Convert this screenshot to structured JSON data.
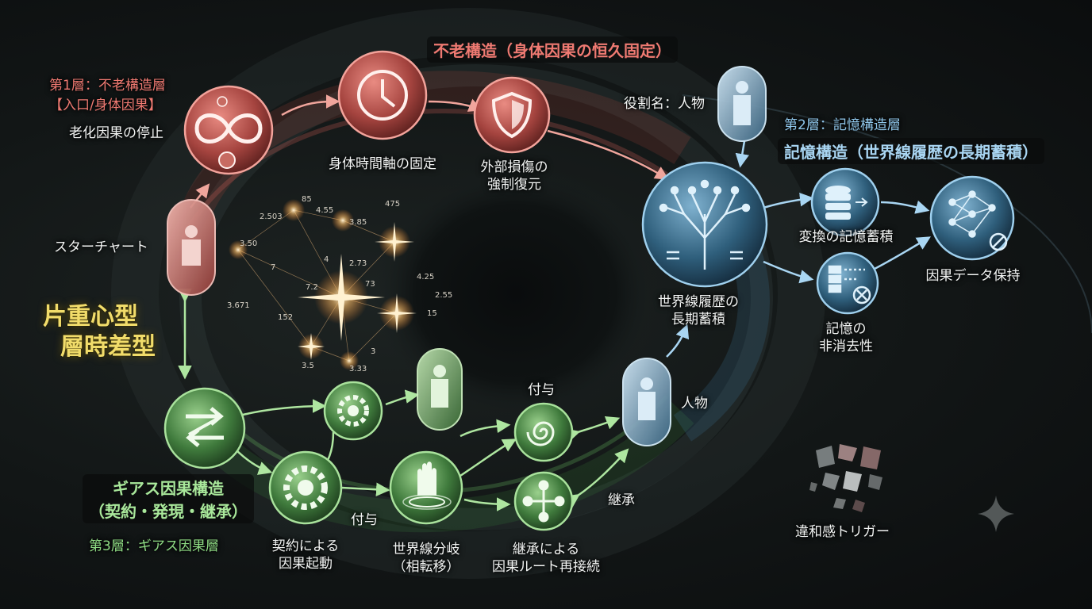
{
  "red_layer": {
    "layer_title": "第1層：不老構造層",
    "layer_sub": "【入口/身体因果】",
    "aging_stop": "老化因果の停止",
    "top_title": "不老構造（身体因果の恒久固定）",
    "time_axis": "身体時間軸の固定",
    "restore_line1": "外部損傷の",
    "restore_line2": "強制復元"
  },
  "left": {
    "star_chart": "スターチャート",
    "type_line1": "片重心型",
    "type_line2": "層時差型"
  },
  "blue_layer": {
    "role_name": "役割名：人物",
    "layer_title": "第2層：記憶構造層",
    "box_title": "記憶構造（世界線履歴の長期蓄積）",
    "history_line1": "世界線履歴の",
    "history_line2": "長期蓄積",
    "conversion": "変換の記憶蓄積",
    "causal_data": "因果データ保持",
    "nonerase_line1": "記憶の",
    "nonerase_line2": "非消去性"
  },
  "green_layer": {
    "box_line1": "ギアス因果構造",
    "box_line2": "（契約・発現・継承）",
    "layer_title": "第3層：ギアス因果層",
    "grant_top": "付与",
    "grant_bottom": "付与",
    "person": "人物",
    "inherit": "継承",
    "contract_line1": "契約による",
    "contract_line2": "因果起動",
    "branch_line1": "世界線分岐",
    "branch_line2": "（相転移）",
    "reconnect_line1": "継承による",
    "reconnect_line2": "因果ルート再接続"
  },
  "trigger": "違和感トリガー",
  "star_numbers": [
    "85",
    "2.503",
    "4.55",
    "3.85",
    "475",
    "3.50",
    "4",
    "2.73",
    "7",
    "73",
    "4.25",
    "7.2",
    "2.55",
    "3.671",
    "152",
    "15",
    "3",
    "3.5",
    "3.33"
  ],
  "colors": {
    "red": "#ef7a72",
    "green": "#8fdc84",
    "blue": "#8fc6ea",
    "yellow": "#f1dc6a",
    "star": "#ffd9a0"
  },
  "icons": {
    "aging_node": "infinity-cell-icon",
    "time_node": "clock-icon",
    "restore_node": "shield-icon",
    "tree_node": "tree-circuit-icon",
    "database_node": "database-icon",
    "erase_node": "list-blocked-icon",
    "network_node": "neural-net-blocked-icon",
    "swap_node": "swap-arrows-icon",
    "gear_node": "gear-icon",
    "hand_node": "hand-ripple-icon",
    "spiral_node": "spiral-icon",
    "branch_node": "branch-nodes-icon",
    "person_capsule": "person-capsule-icon",
    "sparkle": "sparkle-icon"
  }
}
